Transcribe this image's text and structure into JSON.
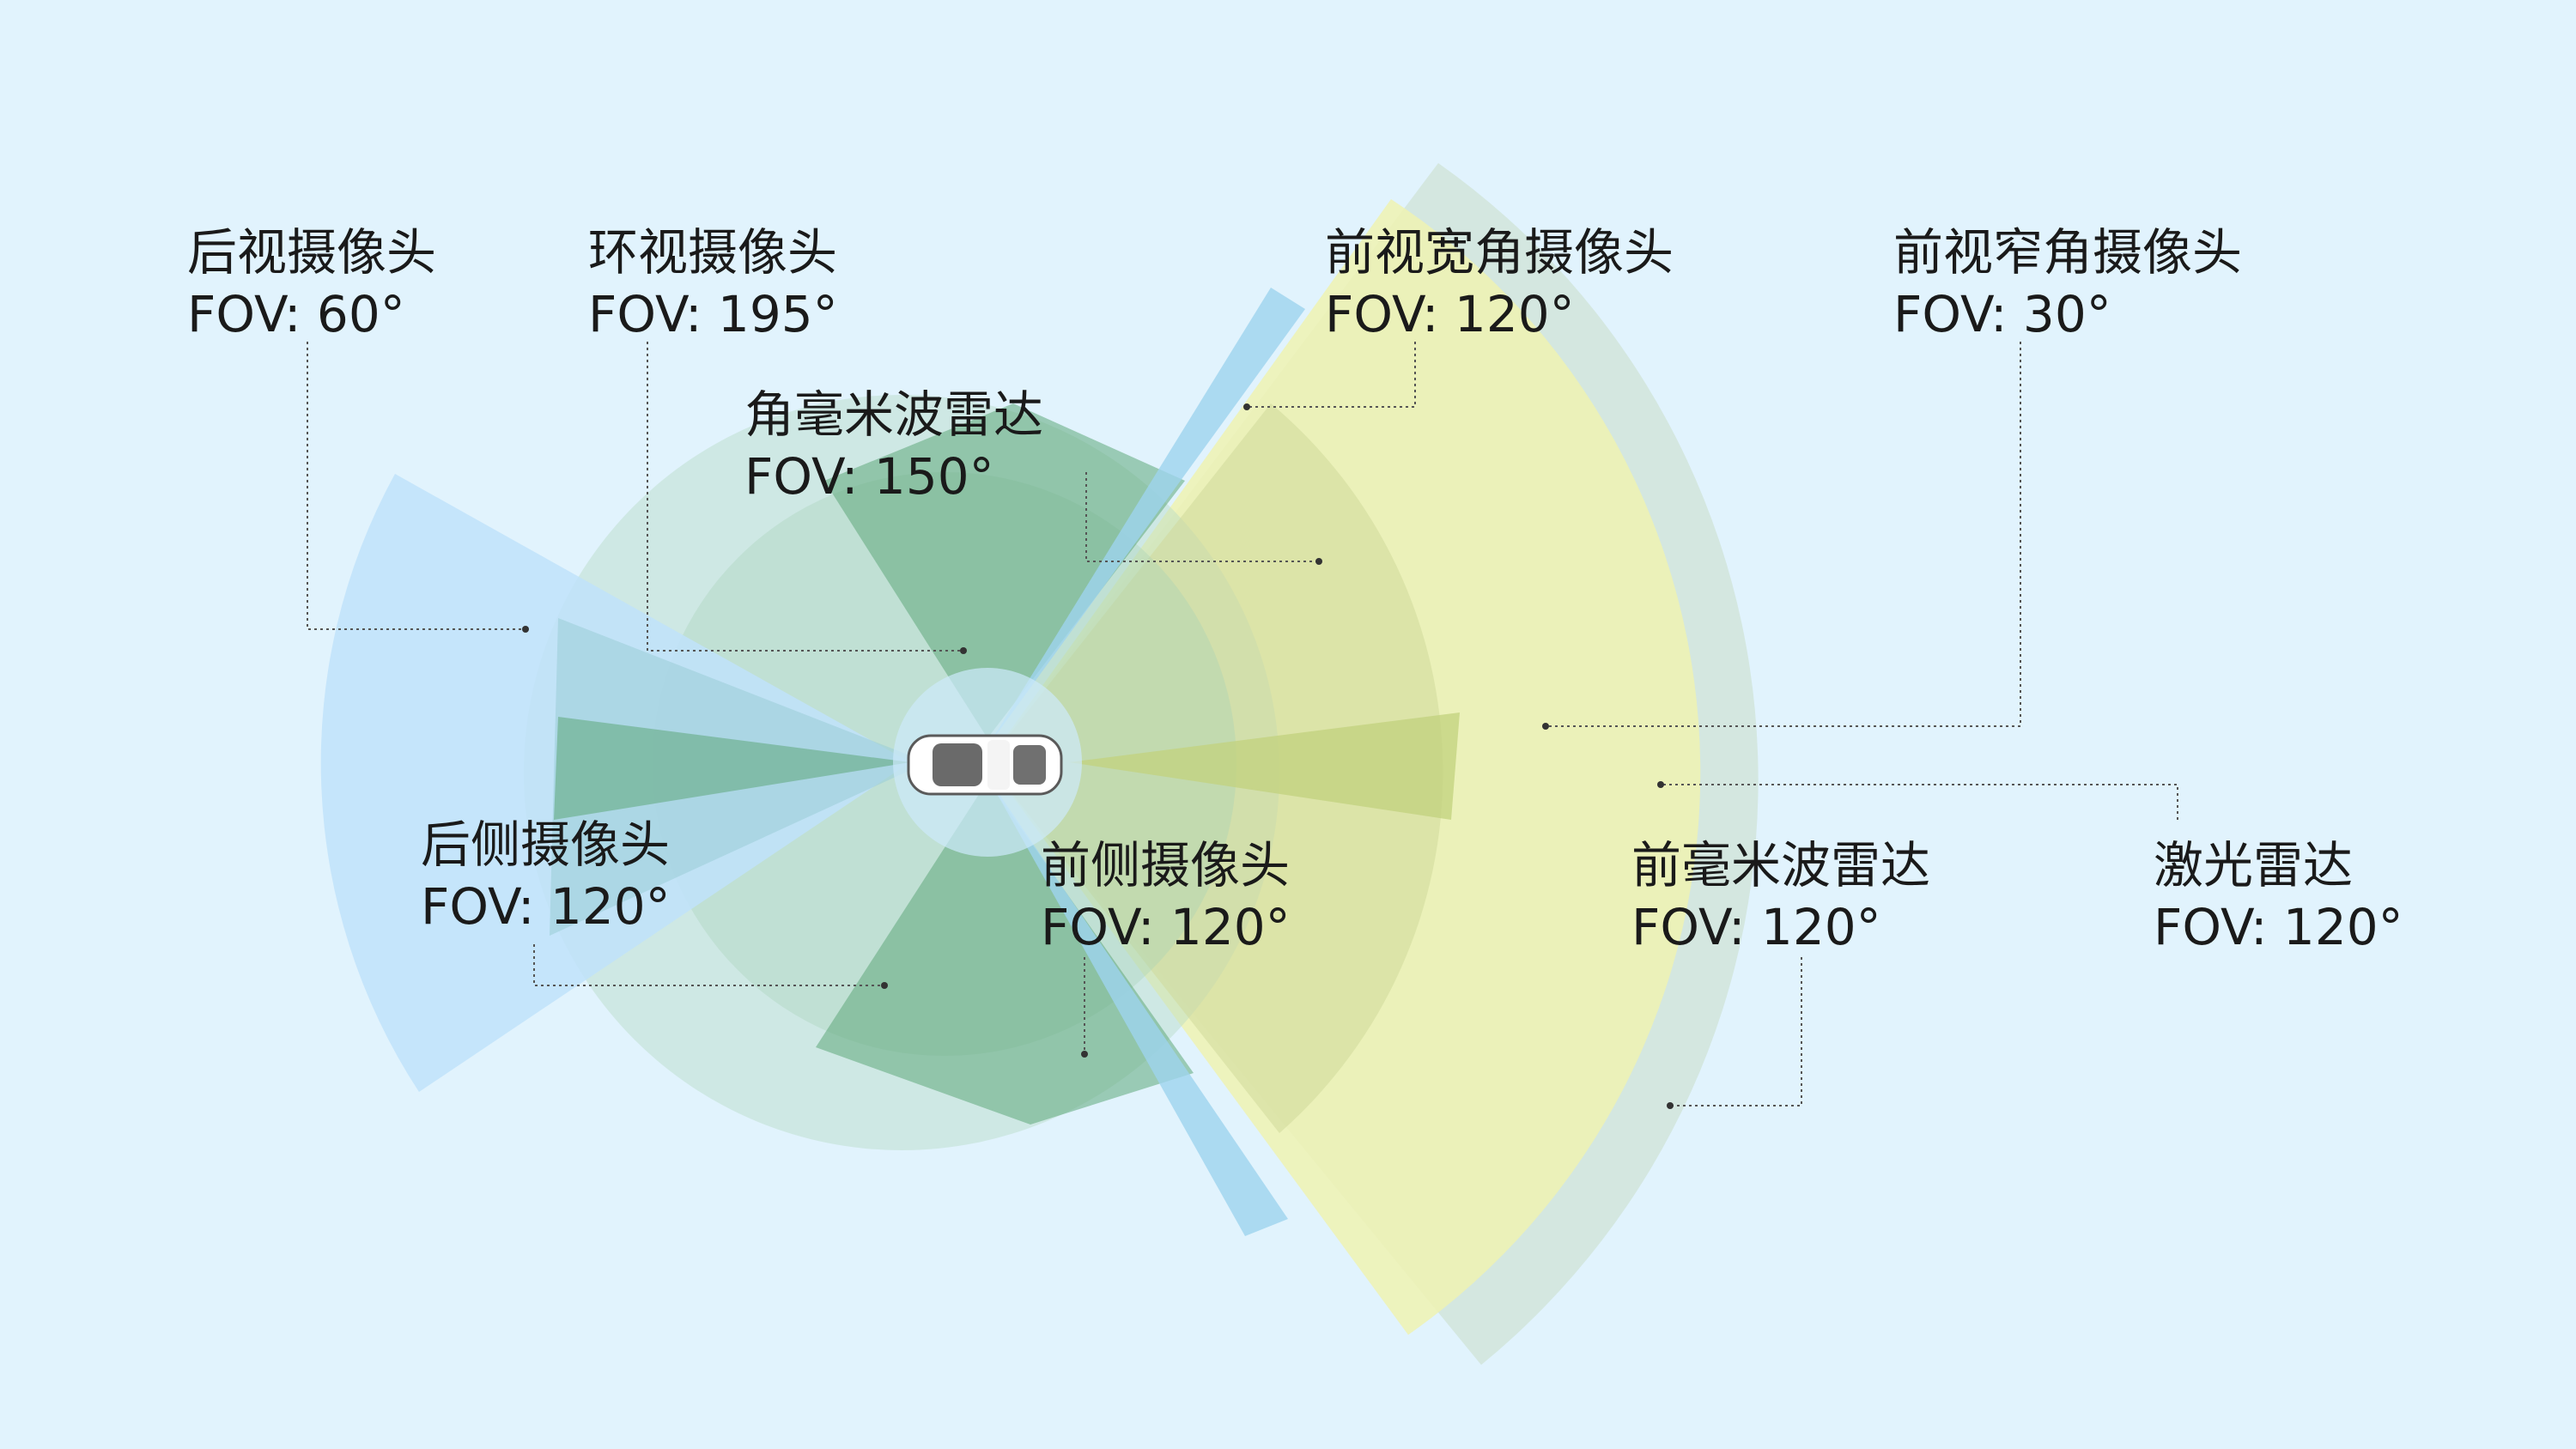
{
  "colors": {
    "background": "#e1f3fd",
    "camera_blue": "#bfe2fa",
    "radar_green": "#5fa77a",
    "surround_green": "#b8dcc6",
    "wide_camera_yellow": "#eef2b2",
    "lidar_teal": "#cfe3d5",
    "text": "#1a1a1a",
    "leader": "#555555"
  },
  "sensors": [
    {
      "id": "rear-camera",
      "name": "后视摄像头",
      "fov_label": "FOV: 60°",
      "fov_deg": 60
    },
    {
      "id": "surround-camera",
      "name": "环视摄像头",
      "fov_label": "FOV: 195°",
      "fov_deg": 195
    },
    {
      "id": "corner-radar",
      "name": "角毫米波雷达",
      "fov_label": "FOV: 150°",
      "fov_deg": 150
    },
    {
      "id": "front-wide-camera",
      "name": "前视宽角摄像头",
      "fov_label": "FOV: 120°",
      "fov_deg": 120
    },
    {
      "id": "front-narrow-camera",
      "name": "前视窄角摄像头",
      "fov_label": "FOV: 30°",
      "fov_deg": 30
    },
    {
      "id": "rear-side-camera",
      "name": "后侧摄像头",
      "fov_label": "FOV: 120°",
      "fov_deg": 120
    },
    {
      "id": "front-side-camera",
      "name": "前侧摄像头",
      "fov_label": "FOV: 120°",
      "fov_deg": 120
    },
    {
      "id": "front-radar",
      "name": "前毫米波雷达",
      "fov_label": "FOV: 120°",
      "fov_deg": 120
    },
    {
      "id": "lidar",
      "name": "激光雷达",
      "fov_label": "FOV: 120°",
      "fov_deg": 120
    }
  ]
}
